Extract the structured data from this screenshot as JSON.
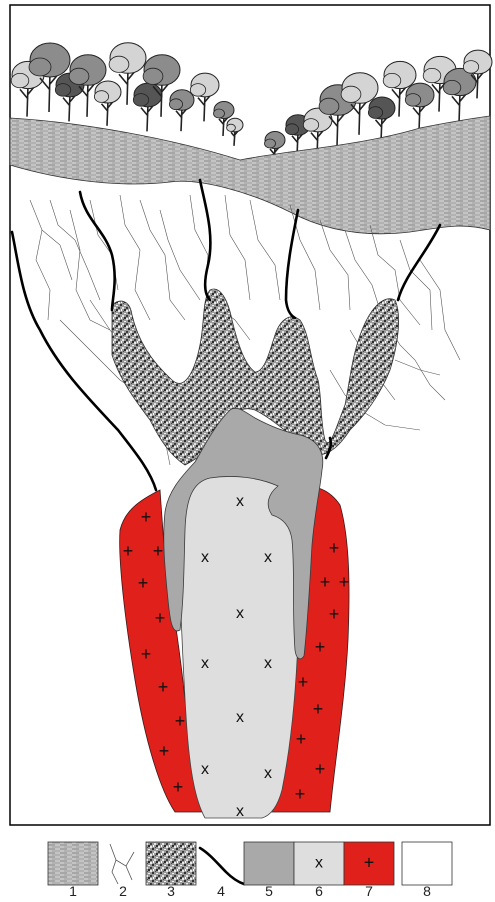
{
  "diagram": {
    "colors": {
      "frame": "#000000",
      "sediment": "#b5b5b5",
      "breccia": "#8a8a8a",
      "core_grey": "#a9a9a9",
      "core_light": "#dedede",
      "red_zone": "#e0201b",
      "crown_light": "#d4d4d4",
      "crown_mid": "#8c8c8c",
      "crown_dark": "#555555"
    },
    "core_symbol": "x",
    "red_symbol": "+",
    "legend": [
      {
        "num": "1",
        "pattern": "lined"
      },
      {
        "num": "2",
        "pattern": "veins"
      },
      {
        "num": "3",
        "pattern": "breccia"
      },
      {
        "num": "4",
        "pattern": "fault"
      },
      {
        "num": "5",
        "pattern": "grey"
      },
      {
        "num": "6",
        "pattern": "light-x",
        "symbol": "x"
      },
      {
        "num": "7",
        "pattern": "red-plus",
        "symbol": "+"
      },
      {
        "num": "8",
        "pattern": "white"
      }
    ]
  }
}
